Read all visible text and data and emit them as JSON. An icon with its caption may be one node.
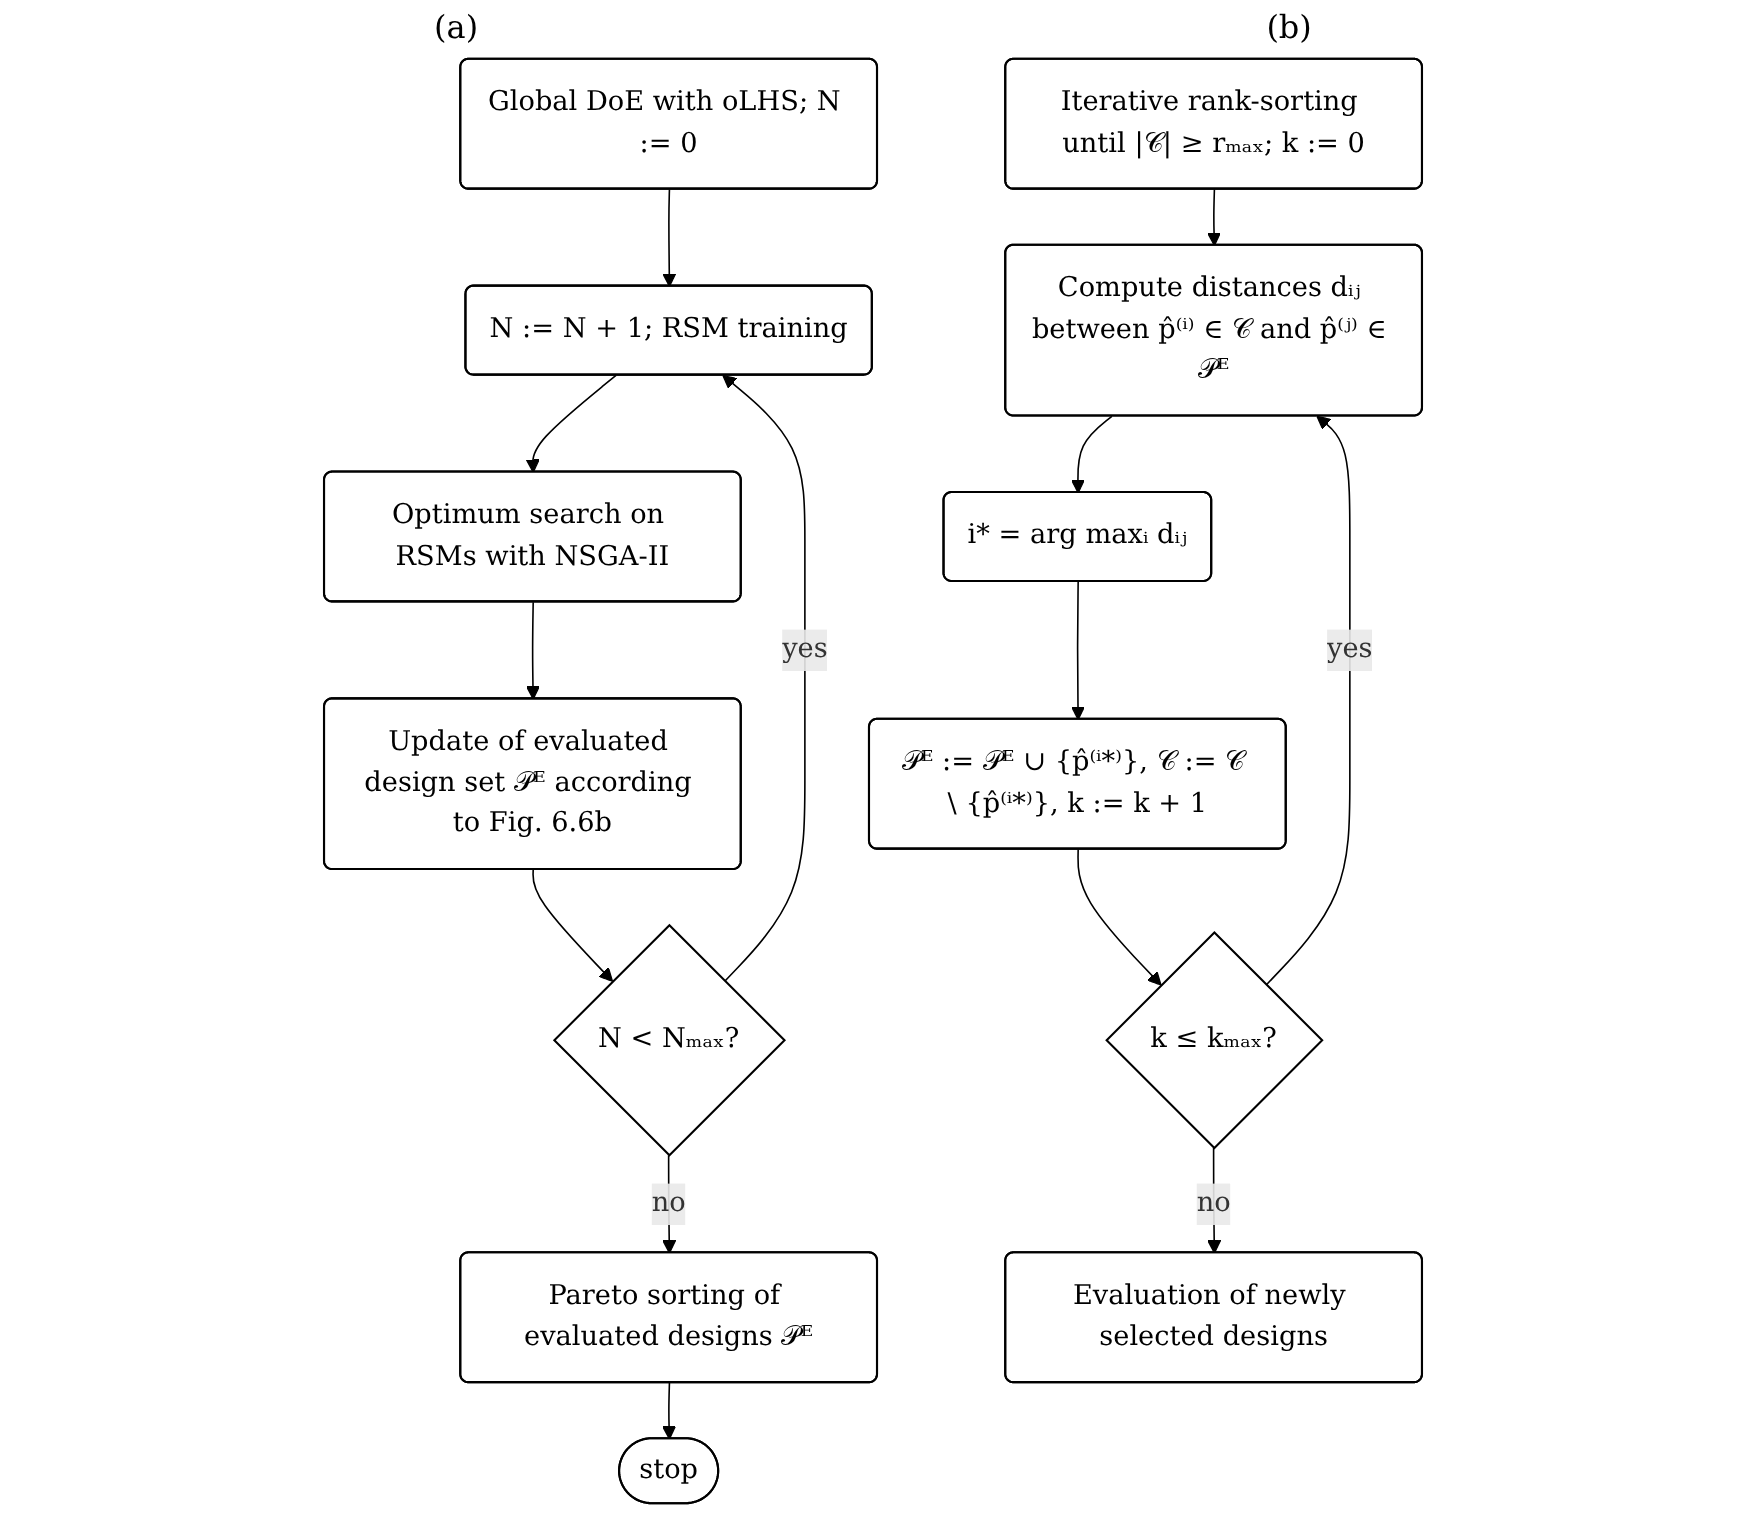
{
  "diagram": {
    "nodes": [
      {
        "text": [
          "Global DoE with oLHS; N := 0"
        ]
      },
      {
        "text": [
          "N := N + 1; RSM training"
        ]
      },
      {
        "text": [
          "Optimum search on RSMs with NSGA-II"
        ]
      },
      {
        "text": [
          "Update of evaluated design set 𝒫ᴱ according to Fig. 6.6b"
        ]
      },
      {
        "text": [
          "N < Nₘₐₓ?"
        ]
      },
      {
        "text": [
          "Pareto sorting of evaluated designs 𝒫ᴱ"
        ]
      },
      {
        "text": [
          "stop"
        ]
      },
      {
        "text": [
          "Iterative rank-sorting until |𝒞| ≥ rₘₐₓ; k := 0"
        ]
      },
      {
        "text": [
          "Compute distances dᵢⱼ between p̂⁽ⁱ⁾ ∈ 𝒞 and p̂⁽ʲ⁾ ∈ 𝒫ᴱ"
        ]
      },
      {
        "text": [
          "i* = arg maxᵢ dᵢⱼ"
        ]
      },
      {
        "text": [
          "𝒫ᴱ := 𝒫ᴱ ∪ {p̂⁽ⁱ*⁾}, 𝒞 := 𝒞 \\ {p̂⁽ⁱ*⁾}, k := k + 1"
        ]
      },
      {
        "text": [
          "k ≤ kₘₐₓ?"
        ]
      },
      {
        "text": [
          "Evaluation of newly selected designs"
        ]
      }
    ],
    "edges": [
      {
        "from": 0,
        "to": 1,
        "arrow": "to"
      },
      {
        "from": 1,
        "to": 2,
        "arrow": "to"
      },
      {
        "from": 2,
        "to": 3,
        "arrow": "to"
      },
      {
        "from": 3,
        "to": 4,
        "arrow": "to"
      },
      {
        "from": 4,
        "to": 1,
        "arrow": "to",
        "label": "yes"
      },
      {
        "from": 4,
        "to": 5,
        "arrow": "to",
        "label": "no"
      },
      {
        "from": 5,
        "to": 6,
        "arrow": "to"
      },
      {
        "from": 7,
        "to": 8,
        "arrow": "to"
      },
      {
        "from": 8,
        "to": 9,
        "arrow": "to"
      },
      {
        "from": 9,
        "to": 10,
        "arrow": "to"
      },
      {
        "from": 10,
        "to": 11,
        "arrow": "to"
      },
      {
        "from": 11,
        "to": 8,
        "arrow": "to",
        "label": "yes"
      },
      {
        "from": 11,
        "to": 12,
        "arrow": "to",
        "label": "no"
      }
    ],
    "labels": [
      "(a)",
      "(b)"
    ]
  }
}
